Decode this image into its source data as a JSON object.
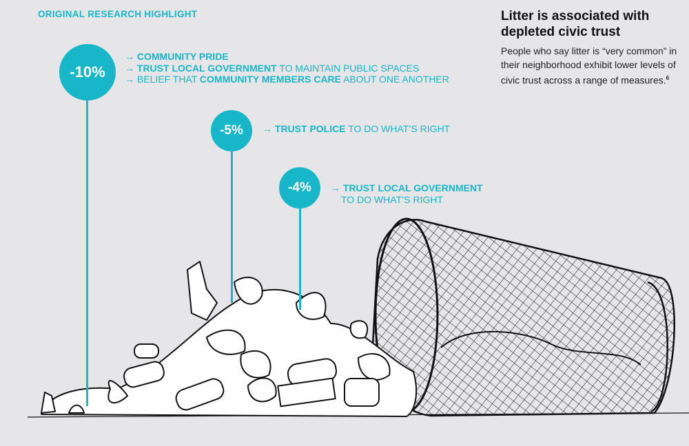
{
  "header": {
    "eyebrow": "ORIGINAL RESEARCH HIGHLIGHT"
  },
  "sidebar": {
    "title": "Litter is associated with depleted civic trust",
    "body": "People who say litter is “very common” in their neighborhood exhibit lower levels of civic trust across a range of measures.",
    "footnote": "6"
  },
  "accent_color": "#17b6c8",
  "callouts": [
    {
      "value": "-10%",
      "lines": [
        {
          "arrow": "→",
          "bold": "COMMUNITY PRIDE",
          "pre": "",
          "post": ""
        },
        {
          "arrow": "→",
          "bold": "TRUST LOCAL GOVERNMENT",
          "pre": "",
          "post": " TO MAINTAIN PUBLIC SPACES"
        },
        {
          "arrow": "→",
          "bold": "COMMUNITY MEMBERS CARE",
          "pre": "BELIEF THAT ",
          "post": " ABOUT ONE ANOTHER"
        }
      ]
    },
    {
      "value": "-5%",
      "lines": [
        {
          "arrow": "→",
          "bold": "TRUST POLICE",
          "pre": "",
          "post": " TO DO WHAT’S RIGHT"
        }
      ]
    },
    {
      "value": "-4%",
      "lines": [
        {
          "arrow": "→",
          "bold": "TRUST LOCAL GOVERNMENT",
          "pre": "",
          "post": ""
        },
        {
          "arrow": "",
          "bold": "",
          "pre": "",
          "post": "TO DO WHAT’S RIGHT"
        }
      ]
    }
  ],
  "illustration": {
    "icon": "trash-pile-and-wastebasket-illustration"
  }
}
